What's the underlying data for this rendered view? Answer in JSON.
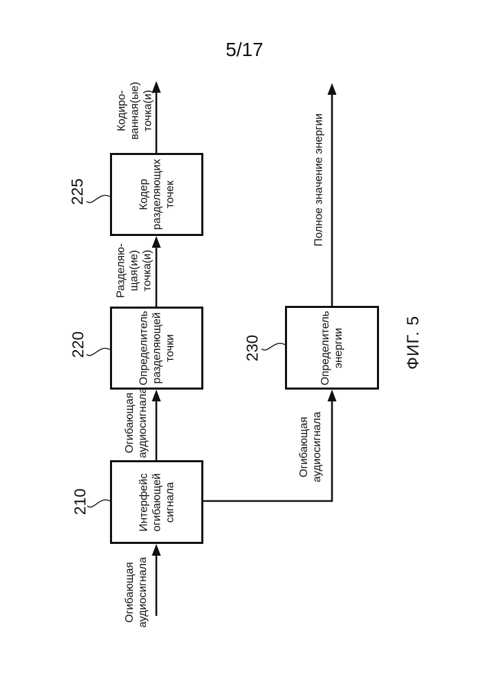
{
  "page": {
    "number": "5/17",
    "figure_label": "ФИГ. 5"
  },
  "diagram": {
    "blocks": [
      {
        "ref": "210",
        "label": "Интерфейс\nогибающей\nсигнала"
      },
      {
        "ref": "220",
        "label": "Определитель\nразделяющей\nточки"
      },
      {
        "ref": "225",
        "label": "Кодер\nразделяющих\nточек"
      },
      {
        "ref": "230",
        "label": "Определитель\nэнергии"
      }
    ],
    "arrow_labels": {
      "input_bottom": "Огибающая\nаудиосигнала",
      "between_210_220": "Огибающая\nаудиосигнала",
      "between_220_225": "Разделяю-\nщая(ие)\nточка(и)",
      "output_225": "Кодиро-\nванная(ые)\nточка(и)",
      "branch_to_230": "Огибающая\nаудиосигнала",
      "output_230": "Полное значение энергии"
    },
    "line_color": "#111111"
  }
}
